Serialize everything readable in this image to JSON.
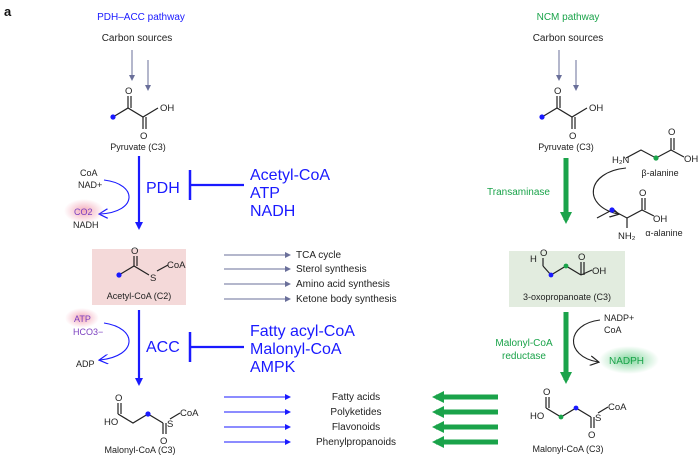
{
  "panel_label": "a",
  "left": {
    "title": "PDH–ACC pathway",
    "carbon_sources": "Carbon sources",
    "pyruvate": "Pyruvate (C3)",
    "pdh": "PDH",
    "pdh_cofactors_in": [
      "CoA",
      "NAD+"
    ],
    "pdh_products": [
      "CO2",
      "NADH"
    ],
    "pdh_inhibitors": [
      "Acetyl-CoA",
      "ATP",
      "NADH"
    ],
    "acetyl_coa": "Acetyl-CoA (C2)",
    "fates": [
      "TCA cycle",
      "Sterol synthesis",
      "Amino acid synthesis",
      "Ketone body synthesis"
    ],
    "acc": "ACC",
    "acc_inputs": [
      "ATP",
      "HCO3−"
    ],
    "acc_output": "ADP",
    "acc_inhibitors": [
      "Fatty acyl-CoA",
      "Malonyl-CoA",
      "AMPK"
    ],
    "malonyl_coa": "Malonyl-CoA (C3)"
  },
  "right": {
    "title": "NCM pathway",
    "carbon_sources": "Carbon sources",
    "pyruvate": "Pyruvate (C3)",
    "beta_alanine": "β-alanine",
    "alpha_alanine": "α-alanine",
    "transaminase": "Transaminase",
    "oxopropanoate": "3-oxopropanoate (C3)",
    "enzyme2": "Malonyl-CoA reductase",
    "cofactors_in": [
      "NADP+",
      "CoA"
    ],
    "cofactor_out": "NADPH",
    "malonyl_coa": "Malonyl-CoA (C3)"
  },
  "products": [
    "Fatty acids",
    "Polyketides",
    "Flavonoids",
    "Phenylpropanoids"
  ],
  "colors": {
    "blue": "#1a1aff",
    "green": "#1aa34a",
    "gray_arrow": "#6a6f9a",
    "pink_box": "#f4d9d9",
    "green_box": "#e2ecdf"
  }
}
